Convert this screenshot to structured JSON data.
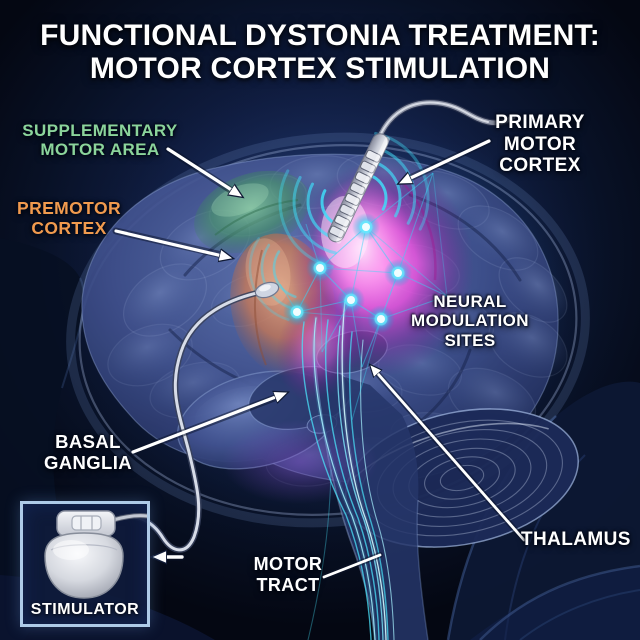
{
  "title": {
    "line1": "FUNCTIONAL DYSTONIA TREATMENT:",
    "line2": "MOTOR CORTEX STIMULATION"
  },
  "labels": {
    "supplementary_motor_area": {
      "lines": [
        "SUPPLEMENTARY",
        "MOTOR AREA"
      ],
      "color": "#8bd49b"
    },
    "premotor_cortex": {
      "lines": [
        "PREMOTOR",
        "CORTEX"
      ],
      "color": "#f09a4e"
    },
    "primary_motor_cortex": {
      "lines": [
        "PRIMARY",
        "MOTOR",
        "CORTEX"
      ],
      "color": "#ffffff"
    },
    "neural_modulation_sites": {
      "lines": [
        "NEURAL",
        "MODULATION",
        "SITES"
      ],
      "color": "#ffffff"
    },
    "basal_ganglia": {
      "lines": [
        "BASAL",
        "GANGLIA"
      ],
      "color": "#ffffff"
    },
    "thalamus": {
      "lines": [
        "THALAMUS"
      ],
      "color": "#ffffff"
    },
    "motor_tract": {
      "lines": [
        "MOTOR",
        "TRACT"
      ],
      "color": "#ffffff"
    },
    "stimulator": {
      "lines": [
        "STIMULATOR"
      ],
      "color": "#ffffff"
    }
  },
  "illustration": {
    "depicts": "Sagittal brain with implanted cortical stimulation electrode, neural modulation network, motor tract fibers, and implanted pulse generator (stimulator)",
    "neural_sites_count": 6,
    "electrode_contacts": 8,
    "colors": {
      "background": "#081126",
      "brain_blue": "#4a5f9e",
      "accent_cyan": "#3fd9f5",
      "accent_magenta": "#ee4fe0",
      "region_green": "#5aa878",
      "region_orange": "#c87753",
      "label_green": "#8bd49b",
      "label_orange": "#f09a4e",
      "stimulator_box_border": "#aecbe8"
    }
  }
}
